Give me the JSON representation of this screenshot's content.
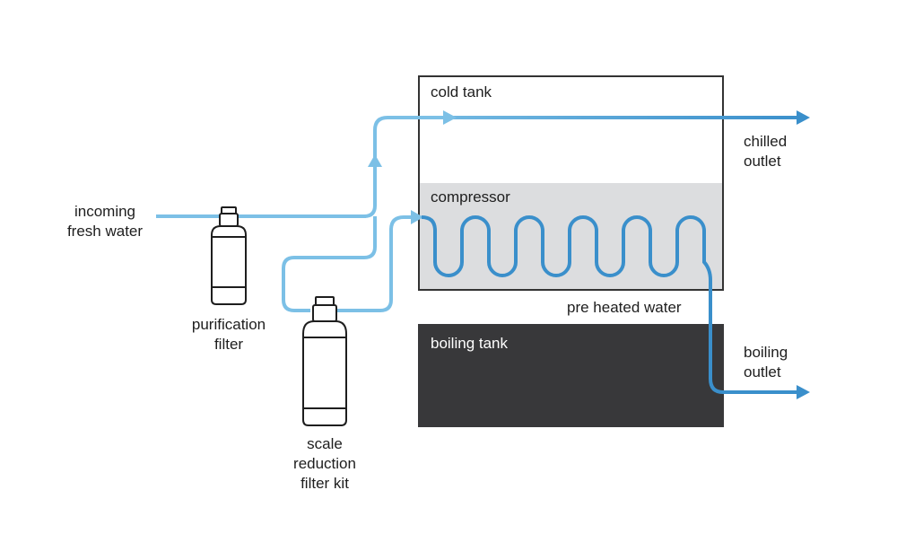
{
  "labels": {
    "incoming": "incoming\nfresh water",
    "purification_filter": "purification\nfilter",
    "scale_filter": "scale\nreduction\nfilter kit",
    "cold_tank": "cold tank",
    "compressor": "compressor",
    "pre_heated": "pre heated water",
    "boiling_tank": "boiling tank",
    "chilled_outlet": "chilled\noutlet",
    "boiling_outlet": "boiling\noutlet"
  },
  "colors": {
    "pipe_light": "#7cc0e6",
    "pipe_dark": "#3a8fcb",
    "outline": "#333333",
    "compressor_fill": "#dcdddf",
    "boiling_fill": "#38383a",
    "text": "#1e1e1e"
  }
}
